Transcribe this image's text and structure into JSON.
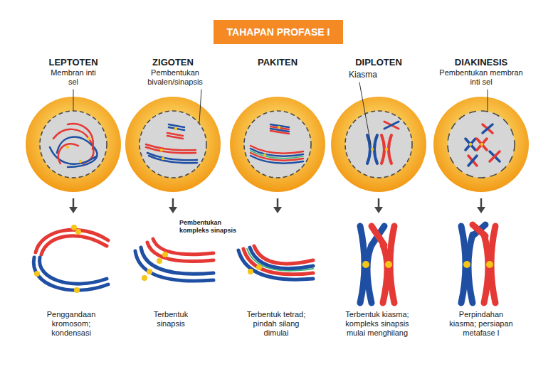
{
  "diagram": {
    "title": "TAHAPAN PROFASE I",
    "nodes": [
      {
        "text": [
          "LEPTOTEN"
        ]
      },
      {
        "text": [
          "ZIGOTEN"
        ]
      },
      {
        "text": [
          "PAKITEN"
        ]
      },
      {
        "text": [
          "DIPLOTEN"
        ]
      },
      {
        "text": [
          "DIAKINESIS"
        ]
      }
    ],
    "labels": [
      "Membran inti sel",
      "Pembentukan bivalen/sinapsis",
      "Kiasma",
      "Pembentukan membran inti sel",
      "Pembentukan kompleks sinapsis",
      "Penggandaan kromosom; kondensasi",
      "Terbentuk sinapsis",
      "Terbentuk tetrad; pindah silang dimulai",
      "Terbentuk kiasma; kompleks sinapsis mulai menghilang",
      "Perpindahan kiasma; persiapan metafase I"
    ]
  }
}
